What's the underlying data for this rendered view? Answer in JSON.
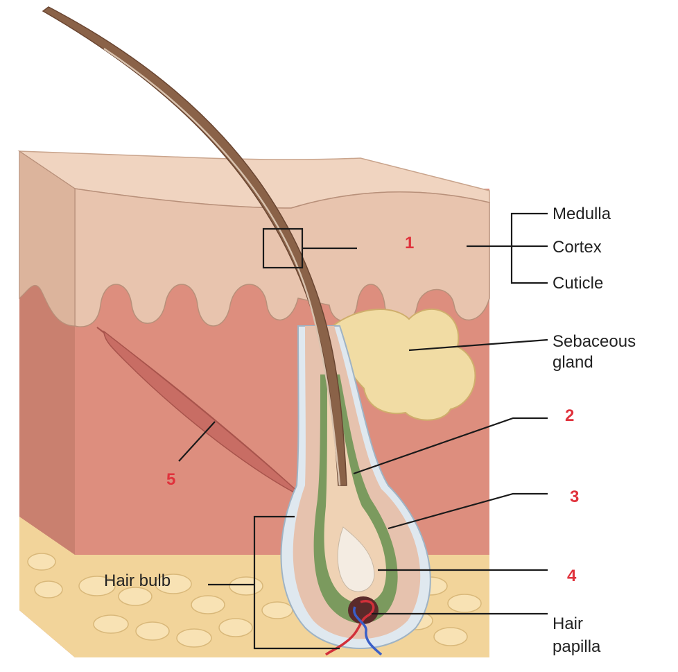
{
  "labels": {
    "medulla": "Medulla",
    "cortex": "Cortex",
    "cuticle": "Cuticle",
    "sebaceous_line1": "Sebaceous",
    "sebaceous_line2": "gland",
    "hair_bulb": "Hair bulb",
    "hair_papilla_line1": "Hair",
    "hair_papilla_line2": "papilla"
  },
  "numbers": {
    "n1": "1",
    "n2": "2",
    "n3": "3",
    "n4": "4",
    "n5": "5"
  },
  "colors": {
    "number_red": "#e0323c",
    "epidermis": "#e8c4ae",
    "dermis": "#dd8e7e",
    "fat": "#f2d49a",
    "hair": "#8a6248",
    "inner_sheath": "#7b9a5e",
    "outer_sheath": "#e0e8ef",
    "gland": "#f1dca4",
    "muscle": "#cf7d72"
  }
}
